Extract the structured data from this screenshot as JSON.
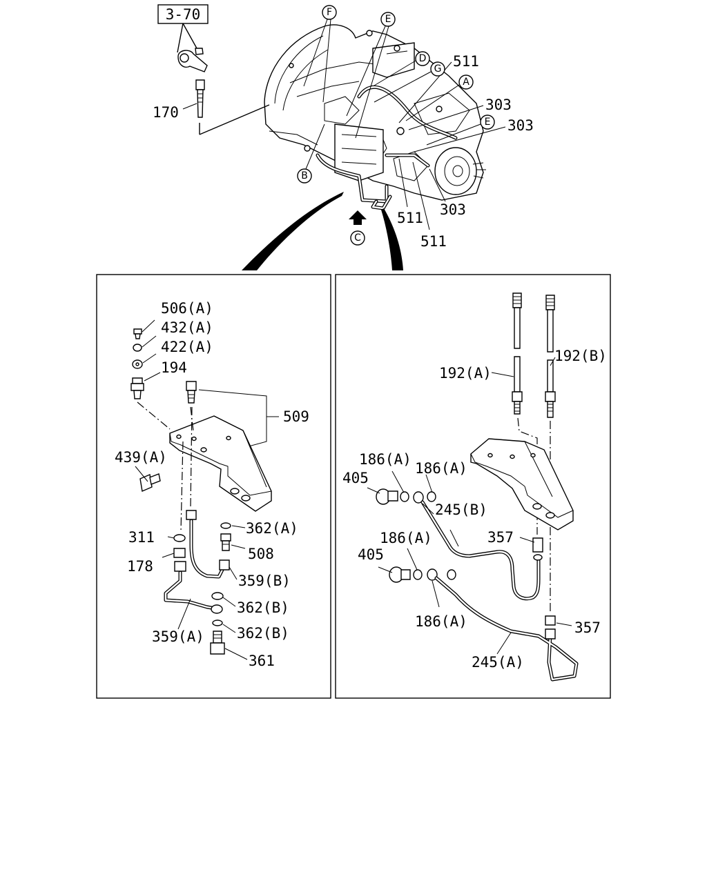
{
  "diagram": {
    "section_ref": "3-70",
    "top_labels": {
      "p170": "170",
      "p511a": "511",
      "p511b": "511",
      "p511c": "511",
      "p303a": "303",
      "p303b": "303",
      "p303c": "303"
    },
    "circle_refs": {
      "F": "F",
      "E1": "E",
      "E2": "E",
      "D": "D",
      "G": "G",
      "A": "A",
      "B": "B",
      "C": "C"
    },
    "left_panel": {
      "p506A": "506(A)",
      "p432A": "432(A)",
      "p422A": "422(A)",
      "p194": "194",
      "p509": "509",
      "p439A": "439(A)",
      "p311": "311",
      "p178": "178",
      "p362A": "362(A)",
      "p508": "508",
      "p359B": "359(B)",
      "p362B1": "362(B)",
      "p362B2": "362(B)",
      "p359A": "359(A)",
      "p361": "361"
    },
    "right_panel": {
      "p192A": "192(A)",
      "p192B": "192(B)",
      "p186A1": "186(A)",
      "p186A2": "186(A)",
      "p186A3": "186(A)",
      "p186A4": "186(A)",
      "p405a": "405",
      "p405b": "405",
      "p245B": "245(B)",
      "p245A": "245(A)",
      "p357a": "357",
      "p357b": "357"
    }
  }
}
